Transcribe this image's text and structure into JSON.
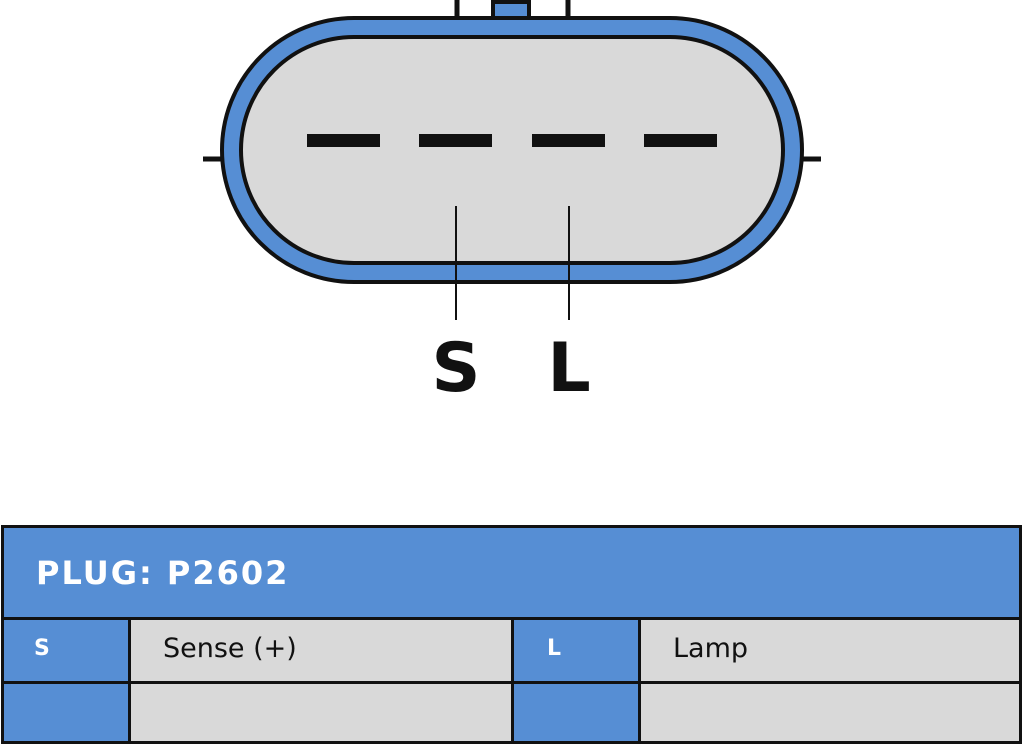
{
  "connector": {
    "colors": {
      "shell": "#568ed4",
      "body": "#d9d9d9",
      "outline": "#111111"
    },
    "terminal_count": 4,
    "pin_labels": [
      "S",
      "L"
    ]
  },
  "table": {
    "title": "PLUG: P2602",
    "rows": [
      {
        "code_a": "S",
        "desc_a": "Sense (+)",
        "code_b": "L",
        "desc_b": "Lamp"
      },
      {
        "code_a": "",
        "desc_a": "",
        "code_b": "",
        "desc_b": ""
      }
    ]
  }
}
